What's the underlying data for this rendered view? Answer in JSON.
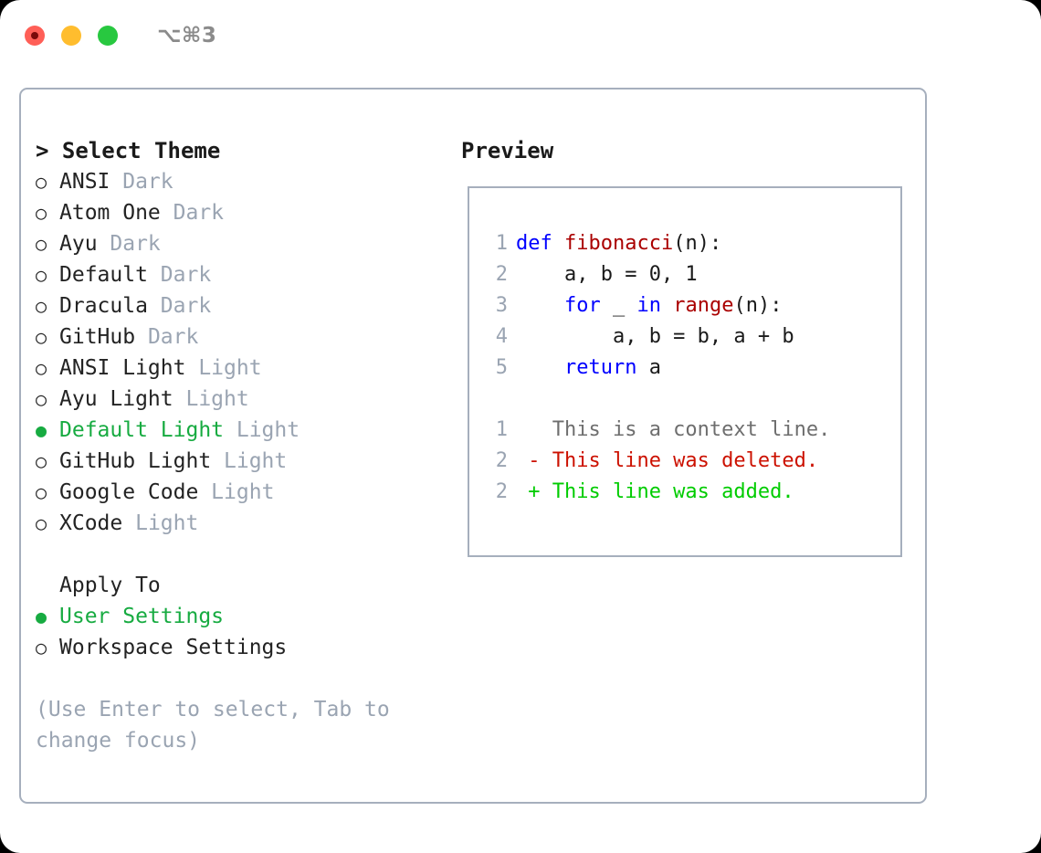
{
  "titlebar": {
    "shortcut": "⌥⌘3",
    "buttons": [
      {
        "name": "close",
        "color": "#ff5f57"
      },
      {
        "name": "minimize",
        "color": "#ffbd2e"
      },
      {
        "name": "zoom",
        "color": "#28c840"
      }
    ]
  },
  "theme_panel": {
    "header": "> Select Theme",
    "options": [
      {
        "marker": "○",
        "label": "ANSI",
        "kind": "Dark",
        "selected": false
      },
      {
        "marker": "○",
        "label": "Atom One",
        "kind": "Dark",
        "selected": false
      },
      {
        "marker": "○",
        "label": "Ayu",
        "kind": "Dark",
        "selected": false
      },
      {
        "marker": "○",
        "label": "Default",
        "kind": "Dark",
        "selected": false
      },
      {
        "marker": "○",
        "label": "Dracula",
        "kind": "Dark",
        "selected": false
      },
      {
        "marker": "○",
        "label": "GitHub",
        "kind": "Dark",
        "selected": false
      },
      {
        "marker": "○",
        "label": "ANSI Light",
        "kind": "Light",
        "selected": false
      },
      {
        "marker": "○",
        "label": "Ayu Light",
        "kind": "Light",
        "selected": false
      },
      {
        "marker": "●",
        "label": "Default Light",
        "kind": "Light",
        "selected": true
      },
      {
        "marker": "○",
        "label": "GitHub Light",
        "kind": "Light",
        "selected": false
      },
      {
        "marker": "○",
        "label": "Google Code",
        "kind": "Light",
        "selected": false
      },
      {
        "marker": "○",
        "label": "XCode",
        "kind": "Light",
        "selected": false
      }
    ]
  },
  "apply_to": {
    "header": "Apply To",
    "options": [
      {
        "marker": "●",
        "label": "User Settings",
        "selected": true
      },
      {
        "marker": "○",
        "label": "Workspace Settings",
        "selected": false
      }
    ]
  },
  "hint": "(Use Enter to select, Tab to change focus)",
  "preview": {
    "title": "Preview",
    "code_lines": [
      {
        "num": "1",
        "tokens": [
          {
            "t": "def ",
            "c": "kw"
          },
          {
            "t": "fibonacci",
            "c": "fn"
          },
          {
            "t": "(n):",
            "c": "pl"
          }
        ]
      },
      {
        "num": "2",
        "tokens": [
          {
            "t": "    a, b = 0, 1",
            "c": "pl"
          }
        ]
      },
      {
        "num": "3",
        "tokens": [
          {
            "t": "    ",
            "c": "pl"
          },
          {
            "t": "for",
            "c": "kw"
          },
          {
            "t": " _ ",
            "c": "pl"
          },
          {
            "t": "in",
            "c": "kw"
          },
          {
            "t": " ",
            "c": "pl"
          },
          {
            "t": "range",
            "c": "fn"
          },
          {
            "t": "(n):",
            "c": "pl"
          }
        ]
      },
      {
        "num": "4",
        "tokens": [
          {
            "t": "        a, b = b, a + b",
            "c": "pl"
          }
        ]
      },
      {
        "num": "5",
        "tokens": [
          {
            "t": "    ",
            "c": "pl"
          },
          {
            "t": "return",
            "c": "kw"
          },
          {
            "t": " a",
            "c": "pl"
          }
        ]
      }
    ],
    "diff_lines": [
      {
        "num": "1",
        "tokens": [
          {
            "t": "   This is a context line.",
            "c": "ctx"
          }
        ]
      },
      {
        "num": "2",
        "tokens": [
          {
            "t": " - This line was deleted.",
            "c": "del"
          }
        ]
      },
      {
        "num": "2",
        "tokens": [
          {
            "t": " + This line was added.",
            "c": "add"
          }
        ]
      }
    ]
  },
  "colors": {
    "accent_green": "#17ab41",
    "muted_gray": "#9aa4b2",
    "border": "#a6afbd",
    "keyword_blue": "#0000ff",
    "function_red": "#aa0000",
    "diff_add": "#00cc00",
    "diff_del": "#cc1100"
  }
}
